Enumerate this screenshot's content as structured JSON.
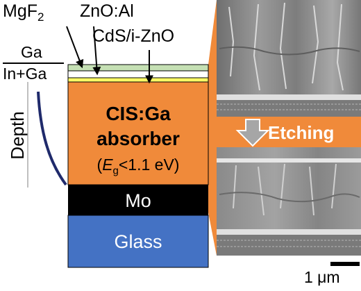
{
  "labels": {
    "mgf2_main": "MgF",
    "mgf2_sub": "2",
    "zno_al": "ZnO:Al",
    "cds_izno": "CdS/i-ZnO",
    "ga_numerator": "Ga",
    "ga_denominator": "In+Ga",
    "depth": "Depth",
    "absorber_line1": "CIS:Ga",
    "absorber_line2": "absorber",
    "bandgap_open": "(",
    "bandgap_E": "E",
    "bandgap_sub": "g",
    "bandgap_rest": "<1.1 eV)",
    "mo": "Mo",
    "glass": "Glass",
    "etching": "Etching",
    "scale_bar": "1 μm"
  },
  "colors": {
    "absorber_orange": "#f08a3a",
    "mo_black": "#000000",
    "glass_blue": "#4472c4",
    "mgf2_green": "#c5e0b4",
    "cds_yellow": "#ffff66",
    "zno_white": "#ffffff",
    "depth_curve": "#1f2a6b",
    "etch_arrow": "#a6a6a6",
    "sem_gray": "#8c8c8c"
  },
  "icons": {
    "etch_arrow": "down-arrow-icon",
    "pointer_arrows": "arrow-icon"
  }
}
